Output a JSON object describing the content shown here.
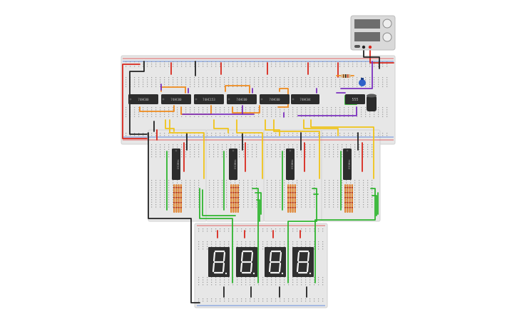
{
  "colors": {
    "board": "#e7e7e7",
    "board_edge": "#d2d2d2",
    "hole": "#9a9a9a",
    "rail_red": "#e23b3b",
    "rail_blue": "#3a6fd8",
    "chip": "#2d2d2d",
    "chip_label": "#bdbdbd",
    "wire_red": "#d9261c",
    "wire_black": "#222222",
    "wire_yellow": "#f0c419",
    "wire_orange": "#f08a1c",
    "wire_purple": "#7b2fbf",
    "wire_green": "#2fb52f",
    "segment_on": "#f2f2f2",
    "display_body": "#2f2f2f",
    "supply_body": "#d9d9d9",
    "supply_screen": "#6d6d6d"
  },
  "chips_top": [
    {
      "label": "74HC00"
    },
    {
      "label": "74HC00"
    },
    {
      "label": "74HC153"
    },
    {
      "label": "74HC00"
    },
    {
      "label": "74HC00"
    },
    {
      "label": "74HC04"
    }
  ],
  "timer_chip": {
    "label": "555"
  },
  "chips_counter": [
    {
      "label": "74HC93"
    },
    {
      "label": "74HC93"
    },
    {
      "label": "74HC93"
    },
    {
      "label": "74HC93"
    }
  ],
  "displays": [
    {
      "digit": "8"
    },
    {
      "digit": "8"
    },
    {
      "digit": "8"
    },
    {
      "digit": "8"
    }
  ],
  "icons": {
    "supply": "power-supply-icon",
    "capacitor": "capacitor-icon",
    "potentiometer": "potentiometer-icon"
  }
}
